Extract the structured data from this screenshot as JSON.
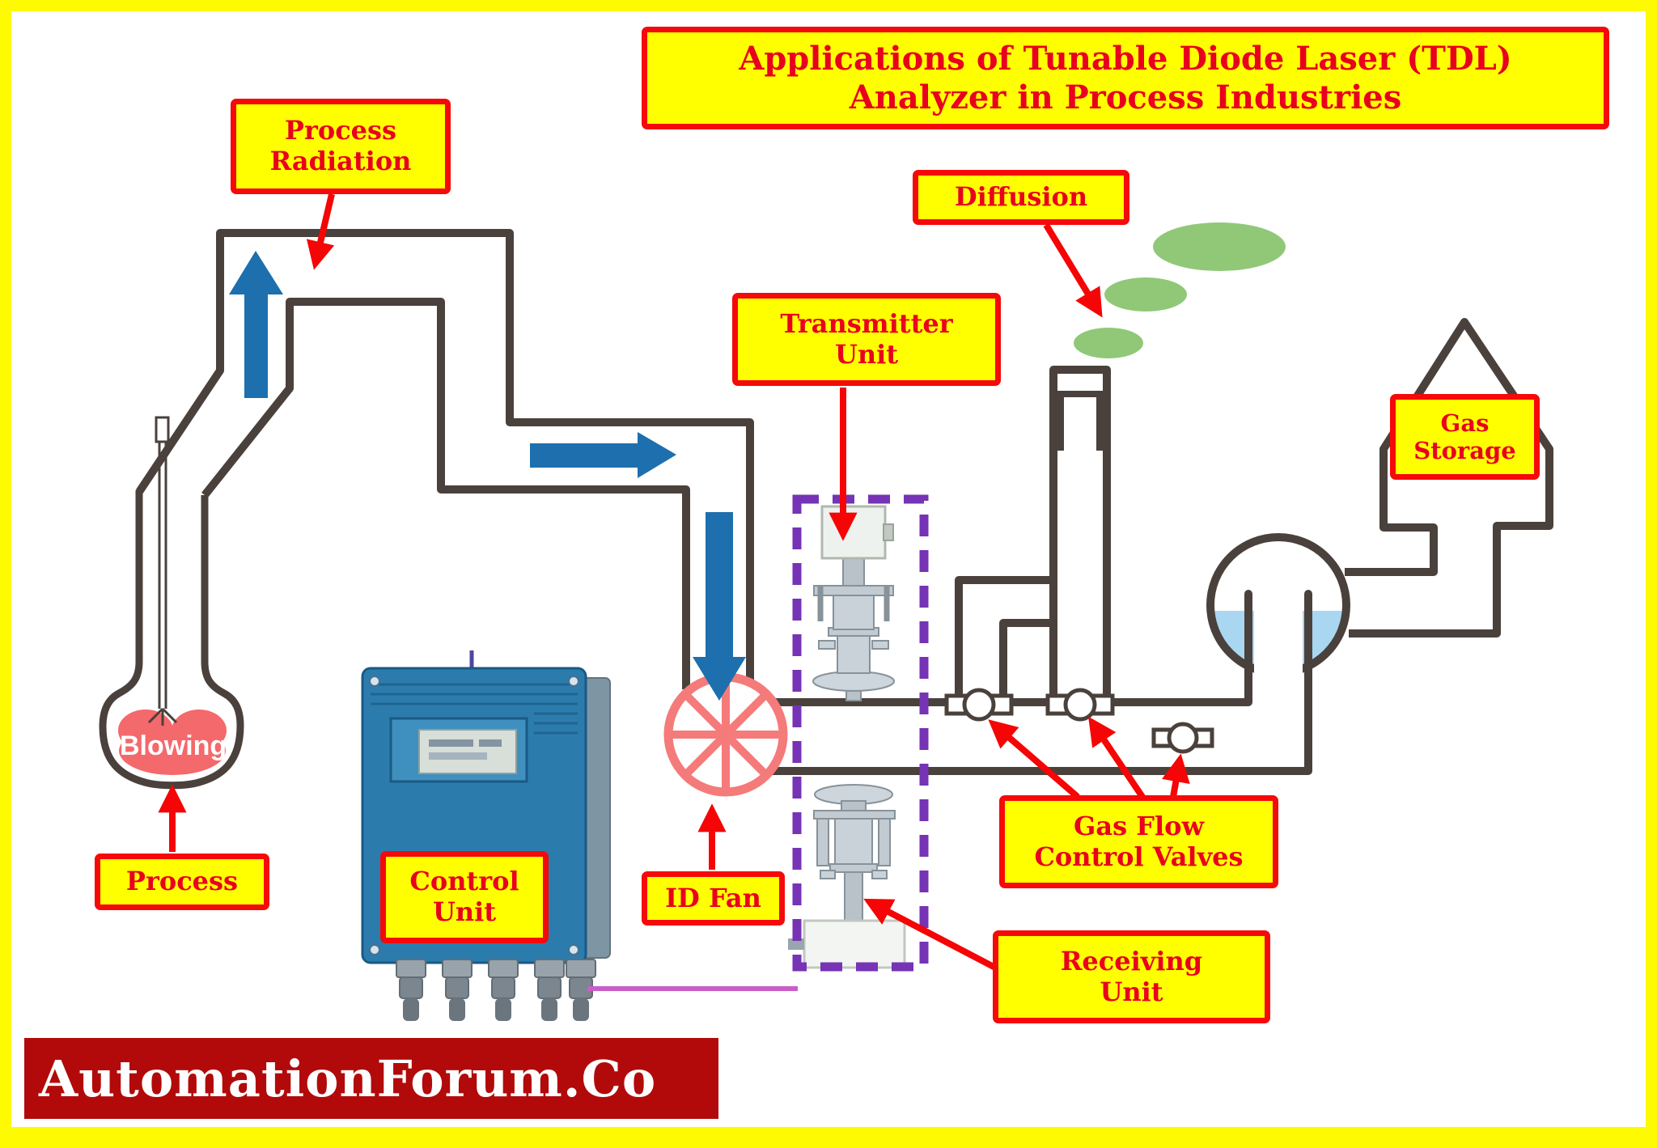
{
  "title": {
    "lines": [
      "Applications of Tunable Diode Laser (TDL)",
      "Analyzer in Process Industries"
    ]
  },
  "labels": {
    "process_radiation": [
      "Process",
      "Radiation"
    ],
    "diffusion": [
      "Diffusion"
    ],
    "transmitter_unit": [
      "Transmitter",
      "Unit"
    ],
    "gas_storage": [
      "Gas",
      "Storage"
    ],
    "process": [
      "Process"
    ],
    "control_unit": [
      "Control",
      "Unit"
    ],
    "id_fan": [
      "ID Fan"
    ],
    "gas_flow_control_valves": [
      "Gas Flow",
      "Control Valves"
    ],
    "receiving_unit": [
      "Receiving",
      "Unit"
    ]
  },
  "diagram": {
    "vessel_label": "Blowing",
    "icons": [
      "id-fan-icon",
      "flow-arrow-up-icon",
      "flow-arrow-right-icon",
      "flow-arrow-down-icon",
      "valve-icon",
      "chimney-icon",
      "gas-storage-tank-icon",
      "water-seal-vessel-icon",
      "blowing-vessel-icon",
      "control-unit-device",
      "transmitter-device",
      "receiver-device",
      "diffusion-plume-icon",
      "analysis-region-dashed-box",
      "signal-cable"
    ]
  },
  "footer": {
    "brand": "AutomationForum.Co"
  },
  "colors": {
    "frame_yellow": "#fdfa02",
    "label_yellow": "#ffff00",
    "label_border_red": "#f60909",
    "label_text_red": "#e8001e",
    "line_dark": "#4a413c",
    "flow_blue": "#1d6fad",
    "fan_salmon": "#f57a7a",
    "dashed_purple": "#7633b5",
    "cable_magenta": "#c85fc8",
    "plume_green": "#90c878",
    "liquid_blue": "#a9d7f2",
    "banner_red": "#b20a0a",
    "device_blue": "#2b7cad",
    "blowing_blob_red": "#f4696b"
  }
}
